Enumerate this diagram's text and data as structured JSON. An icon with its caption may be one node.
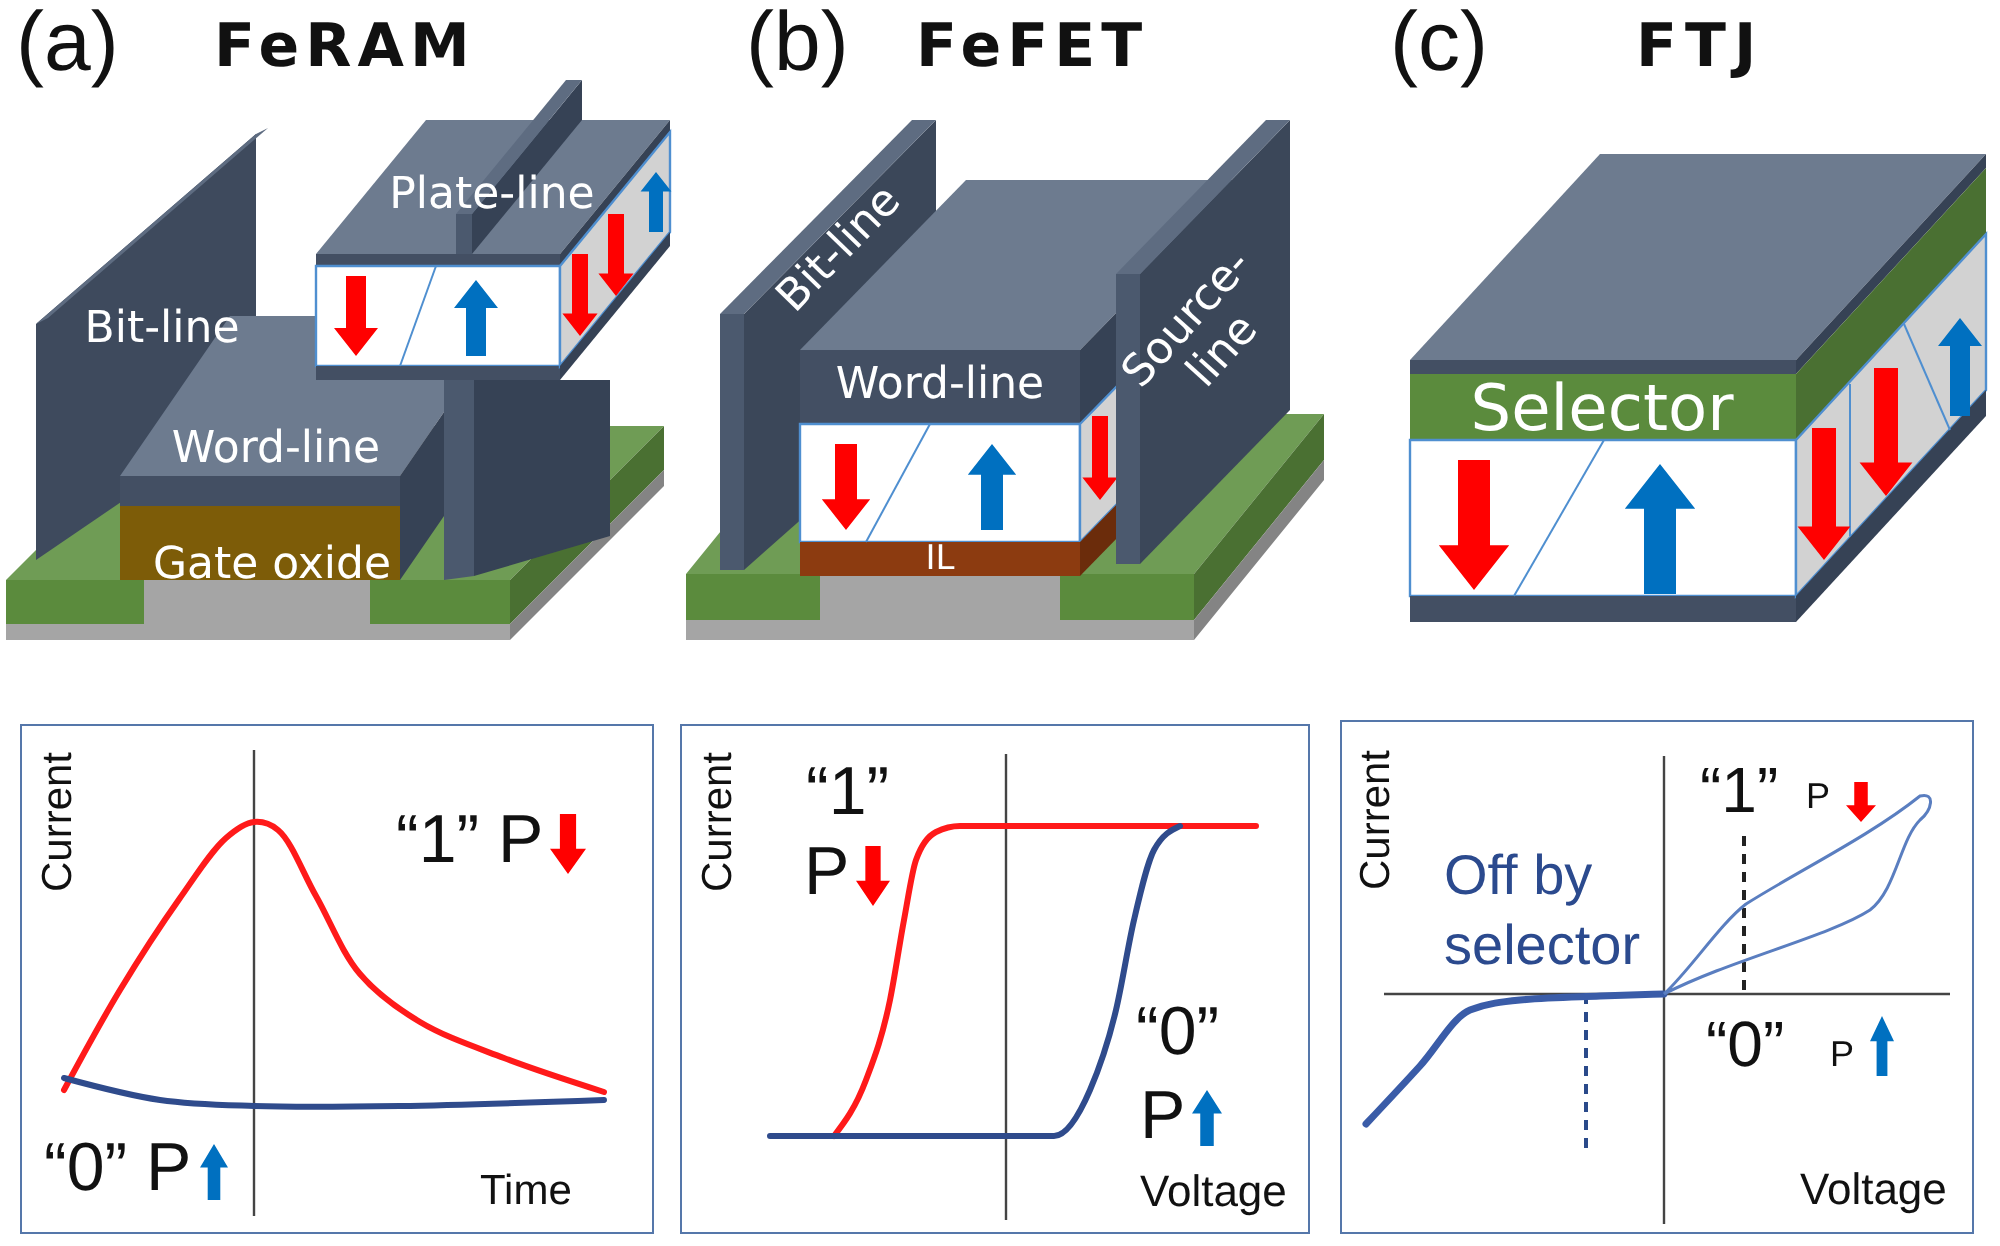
{
  "diagram": {
    "labels": [
      "(a)",
      "FeRAM",
      "(b)",
      "FeFET",
      "(c)",
      "FTJ",
      "Plate-line",
      "Bit-line",
      "Word-line",
      "Gate oxide",
      "Bit-line",
      "Word-line",
      "Source-line",
      "IL",
      "Selector",
      "Current",
      "“1” P",
      "“0” P",
      "Time",
      "Current",
      "“1”",
      "P",
      "“0”",
      "P",
      "Voltage",
      "Current",
      "“1”",
      "P",
      "Off by selector",
      "“0”",
      "P",
      "Voltage"
    ]
  }
}
